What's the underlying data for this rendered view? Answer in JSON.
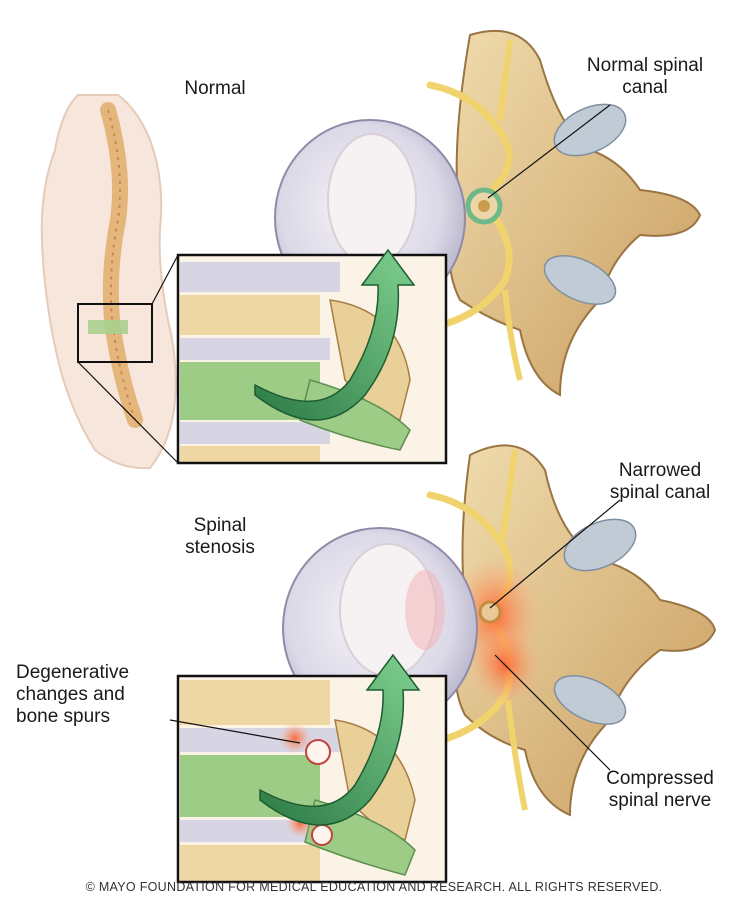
{
  "labels": {
    "normal": "Normal",
    "normal_canal": "Normal spinal\ncanal",
    "narrowed_canal": "Narrowed\nspinal canal",
    "stenosis": "Spinal\nstenosis",
    "degenerative": "Degenerative\nchanges and\nbone spurs",
    "compressed_nerve": "Compressed\nspinal nerve"
  },
  "copyright": "© MAYO FOUNDATION FOR MEDICAL EDUCATION AND RESEARCH. ALL RIGHTS RESERVED.",
  "colors": {
    "bone": "#e8cf9a",
    "bone_dark": "#b88d52",
    "disc": "#d9d6e6",
    "disc_core": "#f3eff2",
    "nerve": "#f1d36d",
    "highlight_green": "#8fc07c",
    "arrow": "#3fa65e",
    "inflammation": "#ff6a3d",
    "skin": "#f6e3d8"
  }
}
